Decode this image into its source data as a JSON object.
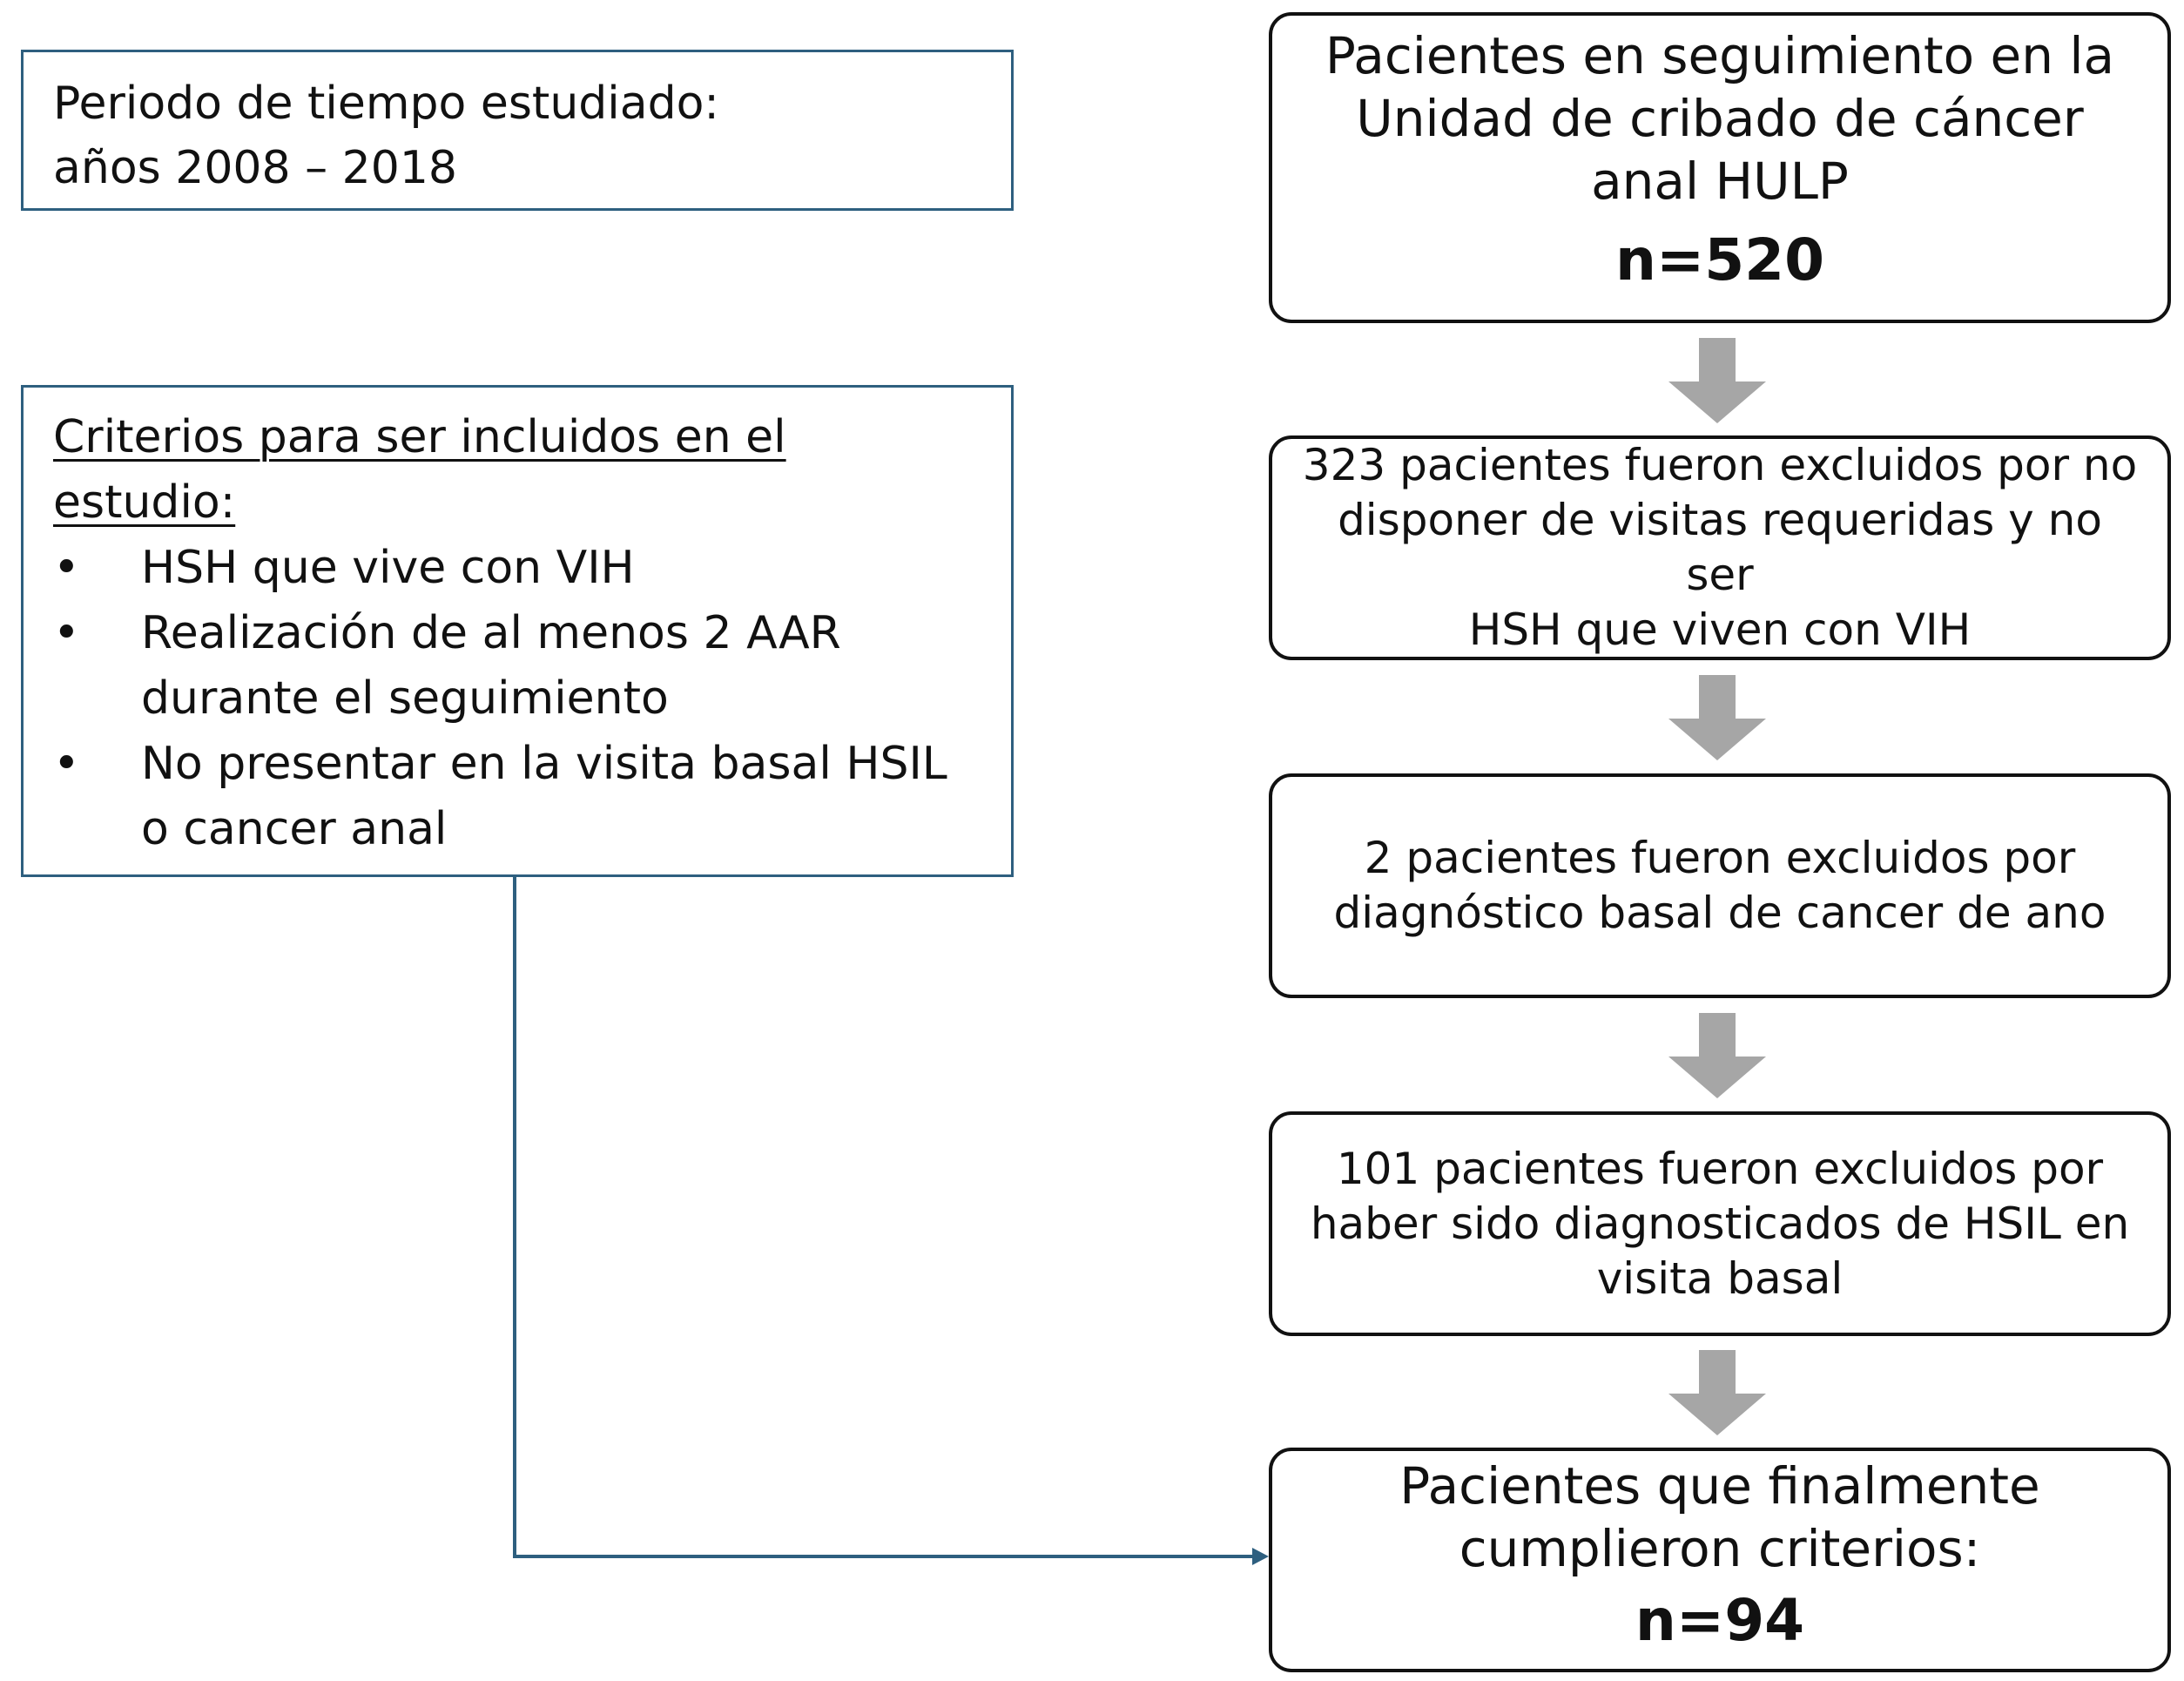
{
  "period_box": {
    "line1": "Periodo de tiempo estudiado:",
    "line2": "años 2008 – 2018"
  },
  "criteria_box": {
    "heading_line1": "Criterios para ser incluidos en el",
    "heading_line2": "estudio:",
    "bullet_symbol": "•",
    "items": [
      {
        "line1": "HSH que vive con VIH",
        "line2": ""
      },
      {
        "line1": "Realización de al menos 2 AAR",
        "line2": "durante el seguimiento"
      },
      {
        "line1": "No presentar en la visita basal HSIL",
        "line2": "o cancer anal"
      }
    ]
  },
  "flow": {
    "start": {
      "line1": "Pacientes en seguimiento en la",
      "line2": "Unidad de cribado de cáncer",
      "line3": "anal HULP",
      "count": "n=520"
    },
    "exclusion1": {
      "line1": "323 pacientes fueron excluidos por no",
      "line2": "disponer de visitas requeridas y no ser",
      "line3": "HSH que viven con VIH"
    },
    "exclusion2": {
      "line1": "2 pacientes fueron excluidos por",
      "line2": "diagnóstico basal de cancer de ano"
    },
    "exclusion3": {
      "line1": "101 pacientes fueron excluidos por",
      "line2": "haber sido diagnosticados de HSIL en",
      "line3": "visita basal"
    },
    "final": {
      "line1": "Pacientes que finalmente",
      "line2": "cumplieron criterios:",
      "count": "n=94"
    }
  },
  "colors": {
    "info_border": "#2e5f7f",
    "connector": "#2e5f7f",
    "flow_border": "#111111",
    "arrow_fill": "#a6a6a6"
  }
}
